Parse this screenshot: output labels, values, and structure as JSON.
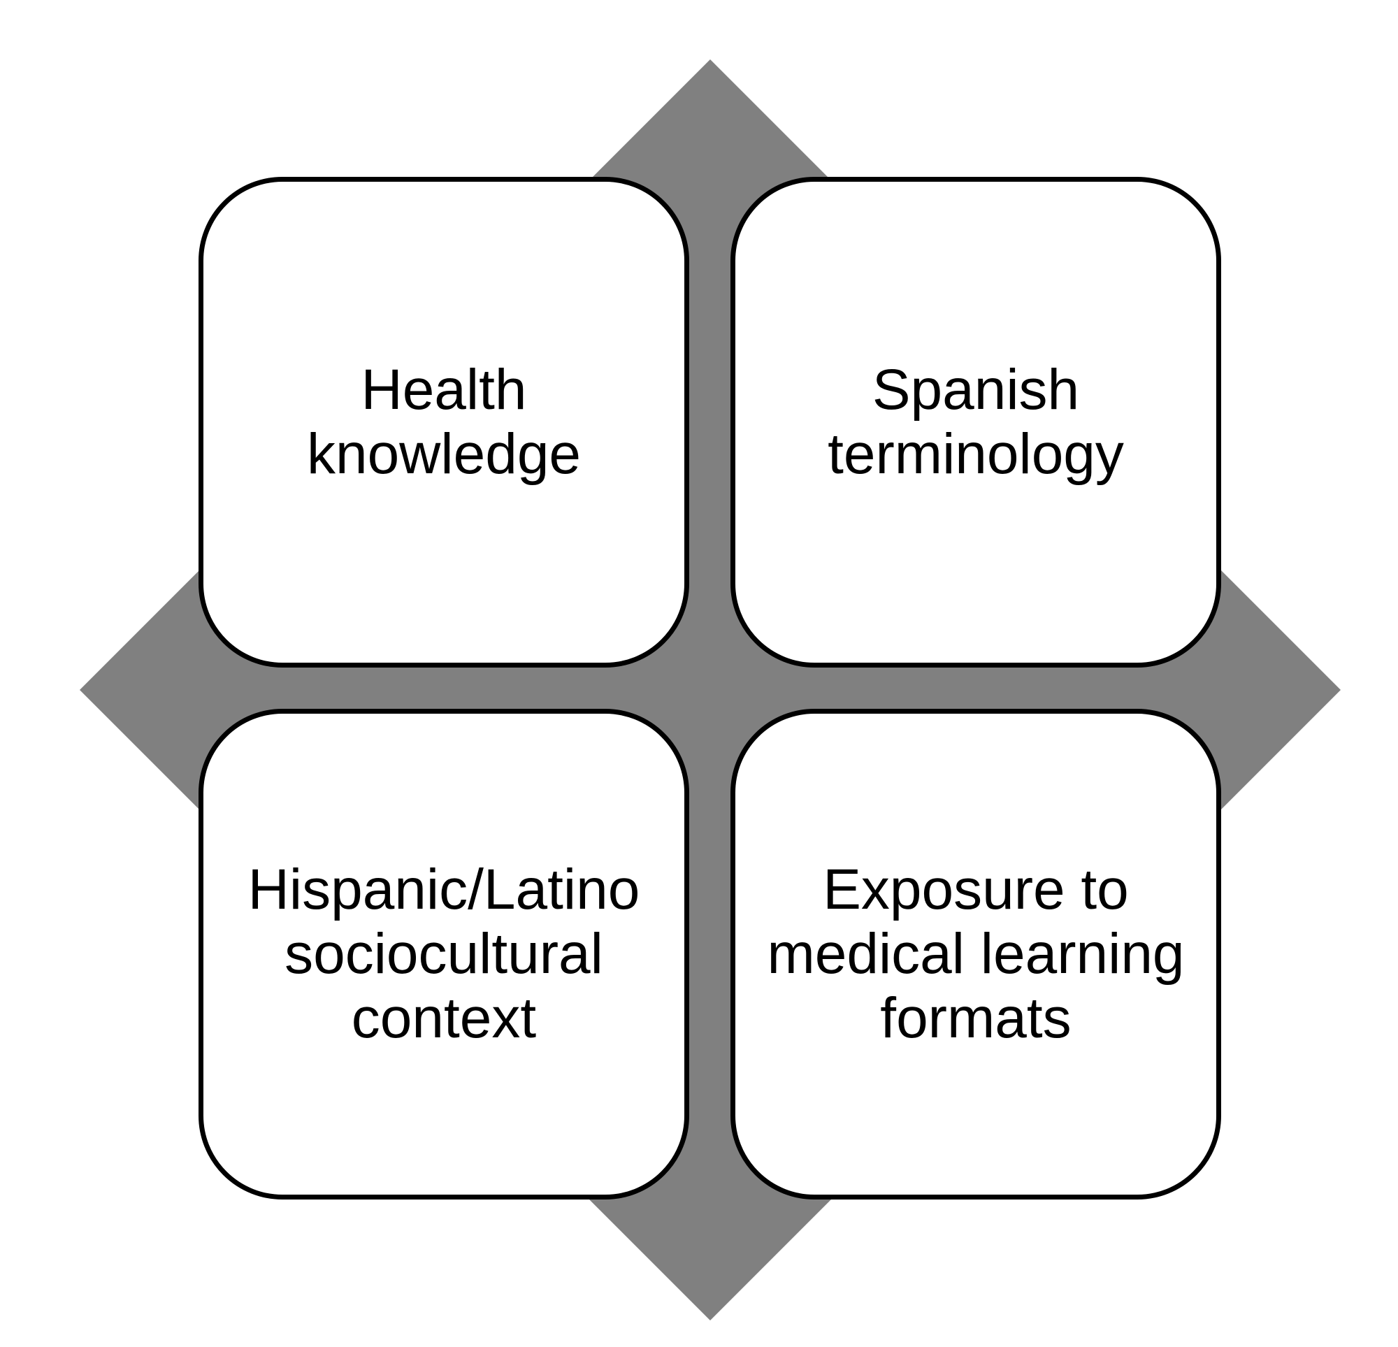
{
  "diagram": {
    "background_color": "#808080",
    "box_fill": "#ffffff",
    "box_border": "#000000",
    "text_color": "#000000",
    "quadrants": [
      {
        "position": "top-left",
        "label": "Health\nknowledge"
      },
      {
        "position": "top-right",
        "label": "Spanish\nterminology"
      },
      {
        "position": "bottom-left",
        "label": "Hispanic/Latino\nsociocultural\ncontext"
      },
      {
        "position": "bottom-right",
        "label": "Exposure to\nmedical learning\nformats"
      }
    ]
  }
}
